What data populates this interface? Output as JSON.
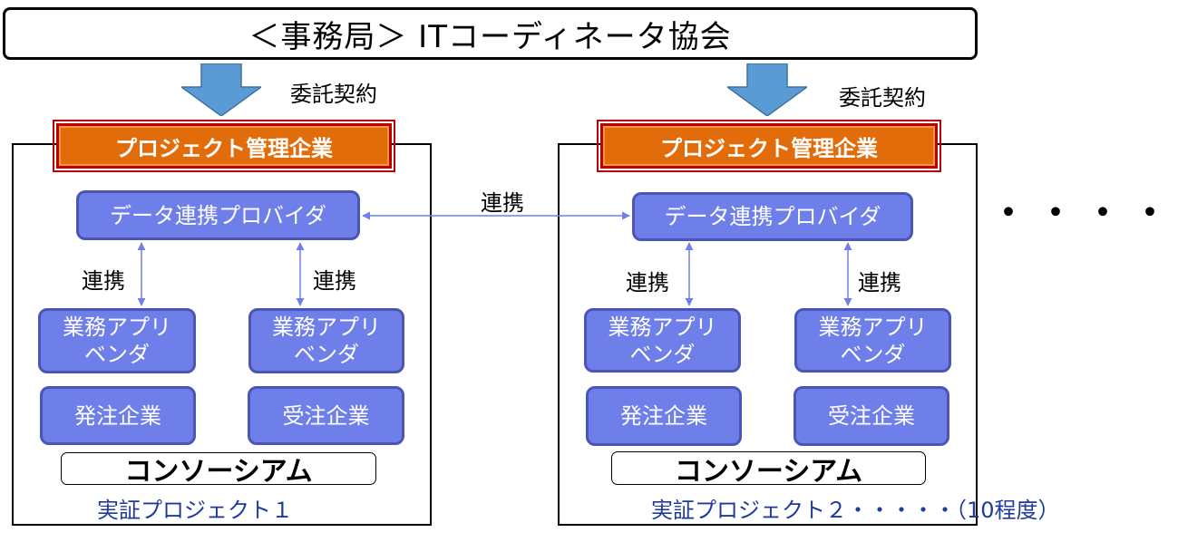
{
  "header": {
    "title": "＜事務局＞ ITコーディネータ協会"
  },
  "contract_label": "委託契約",
  "link_label": "連携",
  "projects": [
    {
      "pm_label": "プロジェクト管理企業",
      "provider_label": "データ連携プロバイダ",
      "vendor_label_line1": "業務アプリ",
      "vendor_label_line2": "ベンダ",
      "orderer_label": "発注企業",
      "contractor_label": "受注企業",
      "consortium_label": "コンソーシアム",
      "name": "実証プロジェクト１"
    },
    {
      "pm_label": "プロジェクト管理企業",
      "provider_label": "データ連携プロバイダ",
      "vendor_label_line1": "業務アプリ",
      "vendor_label_line2": "ベンダ",
      "orderer_label": "発注企業",
      "contractor_label": "受注企業",
      "consortium_label": "コンソーシアム",
      "name": "実証プロジェクト２・・・・・（10程度）"
    }
  ],
  "more_dots": "・・・・・",
  "colors": {
    "pm_fill": "#e36c0a",
    "pm_border": "#c00000",
    "box_fill": "#6f7fe9",
    "box_border": "#4a55b6",
    "arrow_fill": "#5b9bd5",
    "link_line": "#6f7fe9",
    "project_name": "#1f3a9e"
  }
}
